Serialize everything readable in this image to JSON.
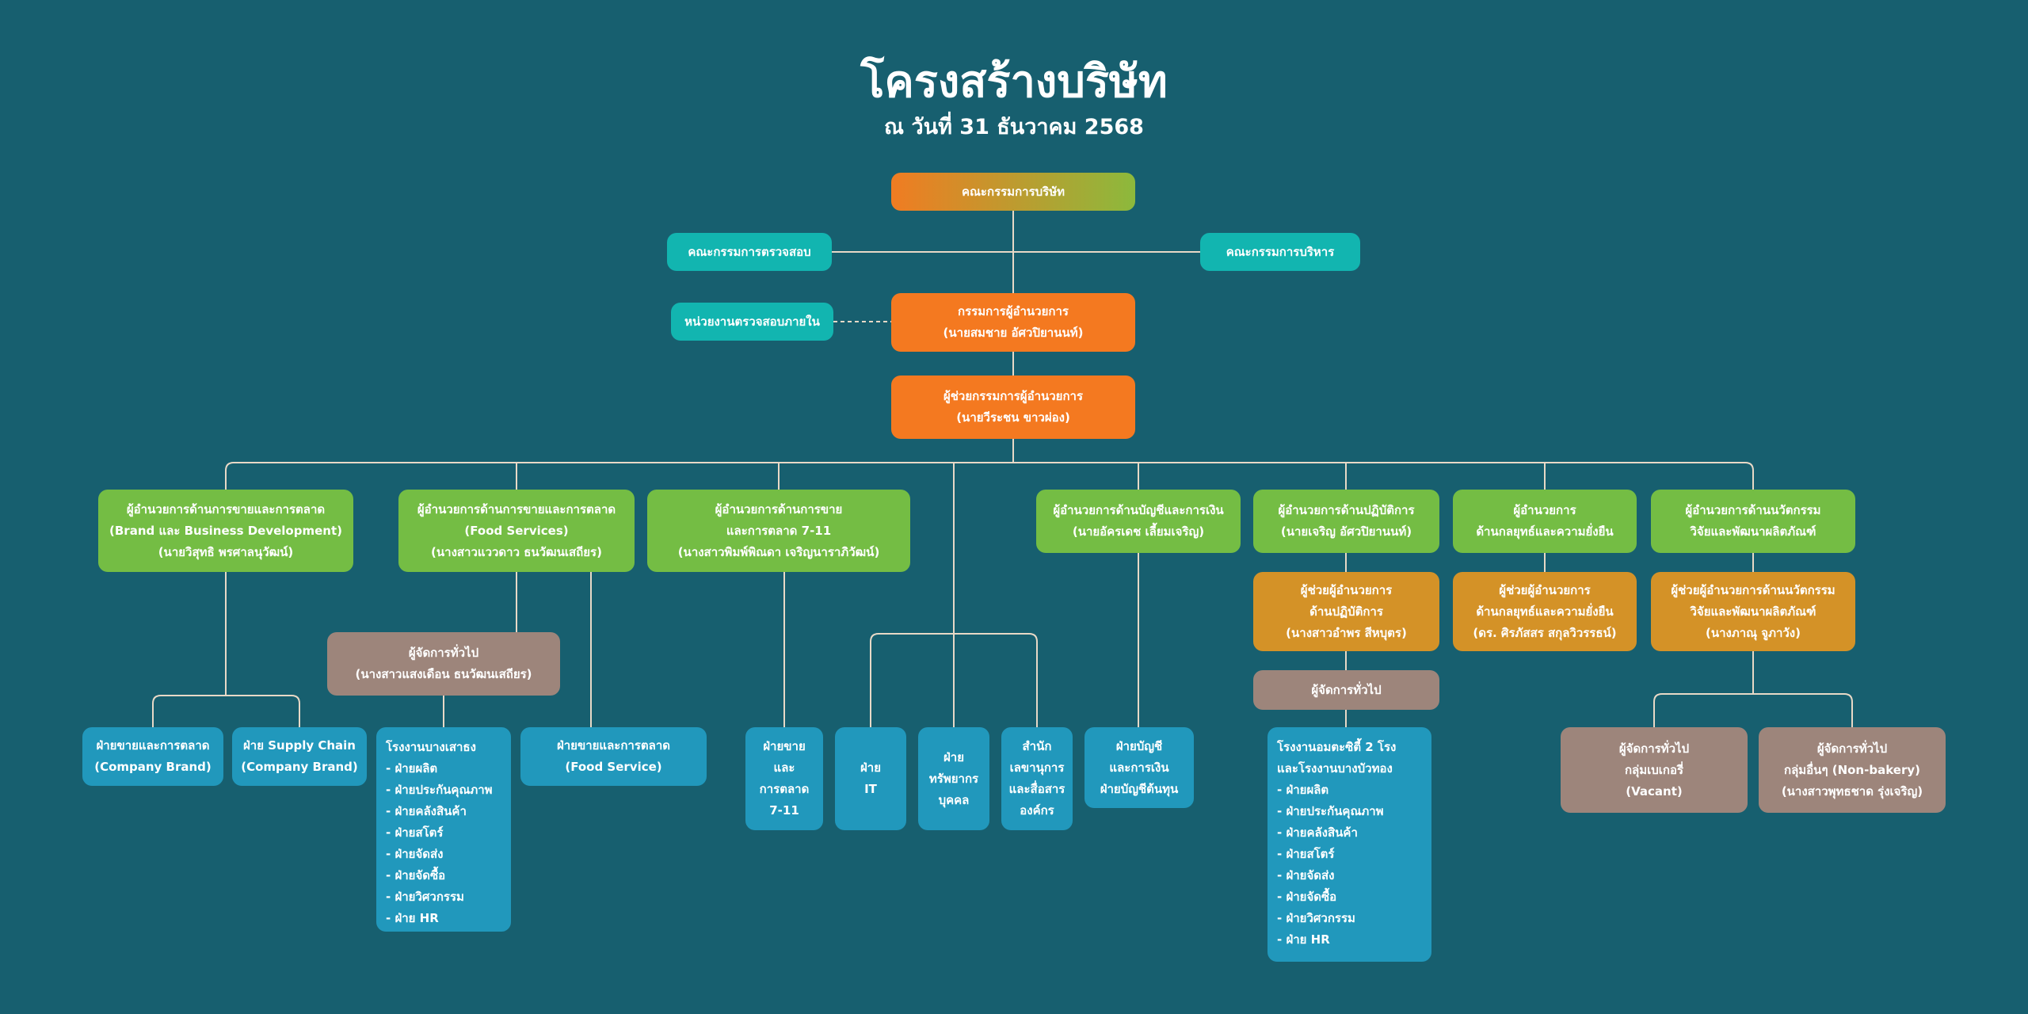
{
  "title": "โครงสร้างบริษัท",
  "subtitle": "ณ วันที่ 31 ธันวาคม 2568",
  "boxes": {
    "board": [
      "คณะกรรมการบริษัท"
    ],
    "audit_committee": [
      "คณะกรรมการตรวจสอบ"
    ],
    "exec_committee": [
      "คณะกรรมการบริหาร"
    ],
    "internal_audit": [
      "หน่วยงานตรวจสอบภายใน"
    ],
    "md": [
      "กรรมการผู้อำนวยการ",
      "(นายสมชาย อัศวปิยานนท์)"
    ],
    "asst_md": [
      "ผู้ช่วยกรรมการผู้อำนวยการ",
      "(นายวีระชน ขาวผ่อง)"
    ],
    "dir_brand": [
      "ผู้อำนวยการด้านการขายและการตลาด",
      "(Brand และ Business Development)",
      "(นายวิสุทธิ พรศาลนุวัฒน์)"
    ],
    "dir_food": [
      "ผู้อำนวยการด้านการขายและการตลาด",
      "(Food Services)",
      "(นางสาวแววดาว ธนวัฒนเสถียร)"
    ],
    "dir_711": [
      "ผู้อำนวยการด้านการขาย",
      "และการตลาด 7-11",
      "(นางสาวพิมพ์พิณดา เจริญนาราภิวัฒน์)"
    ],
    "dir_finance": [
      "ผู้อำนวยการด้านบัญชีและการเงิน",
      "(นายอัครเดช เลี้ยมเจริญ)"
    ],
    "dir_ops": [
      "ผู้อำนวยการด้านปฏิบัติการ",
      "(นายเจริญ อัศวปิยานนท์)"
    ],
    "dir_strategy": [
      "ผู้อำนวยการ",
      "ด้านกลยุทธ์และความยั่งยืน"
    ],
    "dir_innovation": [
      "ผู้อำนวยการด้านนวัตกรรม",
      "วิจัยและพัฒนาผลิตภัณฑ์"
    ],
    "gm_food": [
      "ผู้จัดการทั่วไป",
      "(นางสาวแสงเดือน ธนวัฒนเสถียร)"
    ],
    "asst_ops": [
      "ผู้ช่วยผู้อำนวยการ",
      "ด้านปฏิบัติการ",
      "(นางสาวอำพร สีหบุตร)"
    ],
    "asst_strategy": [
      "ผู้ช่วยผู้อำนวยการ",
      "ด้านกลยุทธ์และความยั่งยืน",
      "(ดร. ศิรภัสสร สกุลวิวรรธน์)"
    ],
    "asst_innovation": [
      "ผู้ช่วยผู้อำนวยการด้านนวัตกรรม",
      "วิจัยและพัฒนาผลิตภัณฑ์",
      "(นางภาณุ จูภาวัง)"
    ],
    "gm_ops": [
      "ผู้จัดการทั่วไป"
    ],
    "dept_sales_brand": [
      "ฝ่ายขายและการตลาด",
      "(Company Brand)"
    ],
    "dept_supply": [
      "ฝ่าย Supply Chain",
      "(Company Brand)"
    ],
    "plant_bangsaothong": [
      "โรงงานบางเสาธง",
      "- ฝ่ายผลิต",
      "- ฝ่ายประกันคุณภาพ",
      "- ฝ่ายคลังสินค้า",
      "- ฝ่ายสโตร์",
      "- ฝ่ายจัดส่ง",
      "- ฝ่ายจัดซื้อ",
      "- ฝ่ายวิศวกรรม",
      "- ฝ่าย HR"
    ],
    "dept_sales_food": [
      "ฝ่ายขายและการตลาด",
      "(Food Service)"
    ],
    "dept_711": [
      "ฝ่ายขาย",
      "และ",
      "การตลาด",
      "7-11"
    ],
    "dept_it": [
      "ฝ่าย",
      "IT"
    ],
    "dept_hr": [
      "ฝ่าย",
      "ทรัพยากร",
      "บุคคล"
    ],
    "dept_secretary": [
      "สำนัก",
      "เลขานุการ",
      "และสื่อสาร",
      "องค์กร"
    ],
    "dept_finance": [
      "ฝ่ายบัญชี",
      "และการเงิน",
      "ฝ่ายบัญชีต้นทุน"
    ],
    "plant_ayutthaya": [
      "โรงงานอมตะซิตี้ 2 โรง",
      "และโรงงานบางบัวทอง",
      "- ฝ่ายผลิต",
      "- ฝ่ายประกันคุณภาพ",
      "- ฝ่ายคลังสินค้า",
      "- ฝ่ายสโตร์",
      "- ฝ่ายจัดส่ง",
      "- ฝ่ายจัดซื้อ",
      "- ฝ่ายวิศวกรรม",
      "- ฝ่าย HR"
    ],
    "gm_bakery": [
      "ผู้จัดการทั่วไป",
      "กลุ่มเบเกอรี่",
      "(Vacant)"
    ],
    "gm_nonbakery": [
      "ผู้จัดการทั่วไป",
      "กลุ่มอื่นๆ (Non-bakery)",
      "(นางสาวพุทธชาด รุ่งเจริญ)"
    ]
  },
  "colors": {
    "background": "#175f6f",
    "board_gradient": [
      "#f07c22",
      "#8cb93c"
    ],
    "orange": "#f47920",
    "teal": "#12b5b0",
    "green": "#74bd44",
    "gold": "#d49227",
    "taupe": "#9d857b",
    "blue": "#2198bc",
    "connector": "#e8d9c7"
  }
}
